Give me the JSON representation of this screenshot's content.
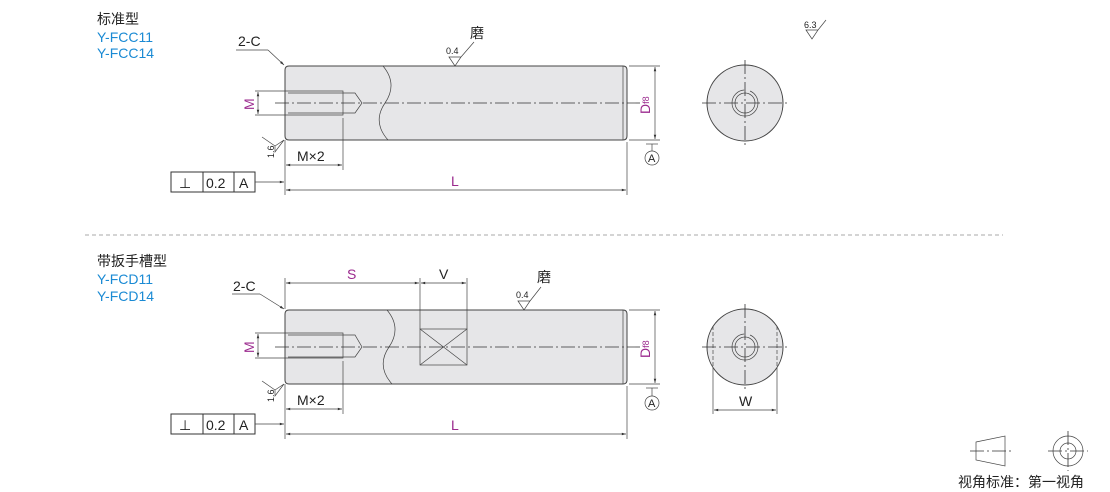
{
  "colors": {
    "title_blue": "#1a8ad4",
    "dimension_magenta": "#9b2a8e",
    "body_fill": "#e6e6e8"
  },
  "standard": {
    "type_label": "标准型",
    "models": [
      "Y-FCC11",
      "Y-FCC14"
    ],
    "chamfer": "2-C",
    "grind_label": "磨",
    "grind_roughness": "0.4",
    "end_roughness": "1.6",
    "general_roughness": "6.3",
    "dim_m": "M",
    "dim_mx2": "M×2",
    "dim_l": "L",
    "dim_d": "D",
    "dim_d_tol": "f8",
    "datum": "A",
    "tolerance_frame": {
      "symbol": "⊥",
      "value": "0.2",
      "datum": "A"
    }
  },
  "wrench": {
    "type_label": "带扳手槽型",
    "models": [
      "Y-FCD11",
      "Y-FCD14"
    ],
    "chamfer": "2-C",
    "grind_label": "磨",
    "grind_roughness": "0.4",
    "end_roughness": "1.6",
    "dim_s": "S",
    "dim_v": "V",
    "dim_w": "W",
    "dim_m": "M",
    "dim_mx2": "M×2",
    "dim_l": "L",
    "dim_d": "D",
    "dim_d_tol": "f8",
    "datum": "A",
    "tolerance_frame": {
      "symbol": "⊥",
      "value": "0.2",
      "datum": "A"
    }
  },
  "legend": {
    "projection_label": "视角标准：第一视角"
  }
}
